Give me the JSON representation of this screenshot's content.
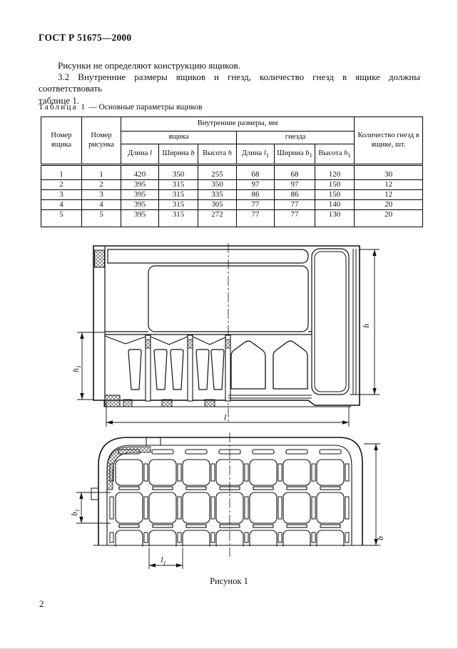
{
  "page": {
    "doc_code": "ГОСТ Р 51675—2000",
    "page_number": "2"
  },
  "paragraphs": {
    "p1": "Рисунки не определяют конструкцию ящиков.",
    "p2_line1": "3.2 Внутренние размеры ящиков и гнезд, количество гнезд в ящике должны соответствовать",
    "p2_line2": "таблице 1."
  },
  "table": {
    "title_label": "Таблица 1",
    "title_text": "— Основные параметры ящиков",
    "header": {
      "box_no": "Номер ящика",
      "fig_no": "Номер рисунка",
      "inner_dims": "Внутренние размеры, мм",
      "of_box": "ящика",
      "of_nest": "гнезда",
      "qty": "Количество гнезд в ящике, шт.",
      "cols": [
        {
          "word": "Длина",
          "var": "l",
          "sub": ""
        },
        {
          "word": "Ширина",
          "var": "b",
          "sub": ""
        },
        {
          "word": "Высота",
          "var": "h",
          "sub": ""
        },
        {
          "word": "Длина",
          "var": "l",
          "sub": "1"
        },
        {
          "word": "Ширина",
          "var": "b",
          "sub": "1"
        },
        {
          "word": "Высота",
          "var": "h",
          "sub": "1"
        }
      ]
    },
    "rows": [
      [
        "1",
        "1",
        "420",
        "350",
        "255",
        "68",
        "68",
        "120",
        "30"
      ],
      [
        "2",
        "2",
        "395",
        "315",
        "350",
        "97",
        "97",
        "150",
        "12"
      ],
      [
        "3",
        "3",
        "395",
        "315",
        "335",
        "86",
        "86",
        "150",
        "12"
      ],
      [
        "4",
        "4",
        "395",
        "315",
        "305",
        "77",
        "77",
        "140",
        "20"
      ],
      [
        "5",
        "5",
        "395",
        "315",
        "272",
        "77",
        "77",
        "130",
        "20"
      ]
    ]
  },
  "figure": {
    "caption": "Рисунок 1",
    "dims": {
      "h": {
        "var": "h",
        "sub": ""
      },
      "h1": {
        "var": "h",
        "sub": "1"
      },
      "l": {
        "var": "l",
        "sub": ""
      },
      "l1": {
        "var": "l",
        "sub": "1"
      },
      "b": {
        "var": "b",
        "sub": ""
      },
      "b1": {
        "var": "b",
        "sub": "1"
      }
    }
  }
}
